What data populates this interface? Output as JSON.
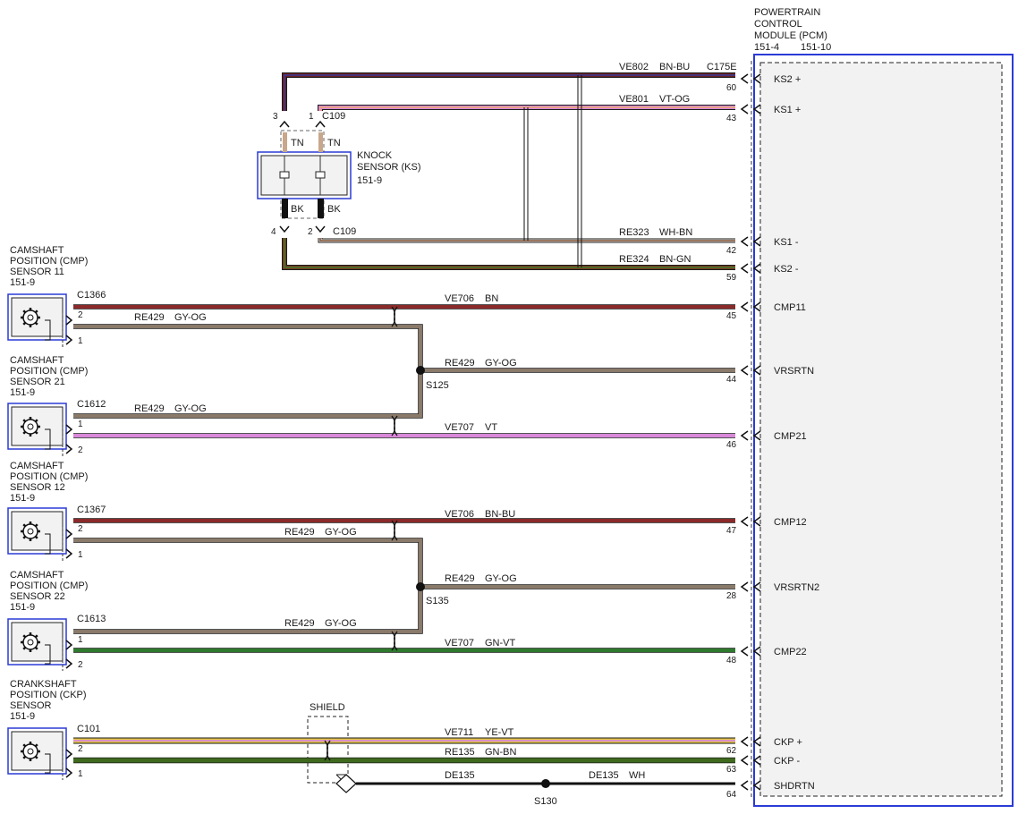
{
  "pcm": {
    "title_lines": [
      "POWERTRAIN",
      "CONTROL",
      "MODULE (PCM)"
    ],
    "refs": [
      "151-4",
      "151-10"
    ],
    "connector": "C175E",
    "pins": [
      {
        "num": "60",
        "name": "KS2 +"
      },
      {
        "num": "43",
        "name": "KS1 +"
      },
      {
        "num": "42",
        "name": "KS1 -"
      },
      {
        "num": "59",
        "name": "KS2 -"
      },
      {
        "num": "45",
        "name": "CMP11"
      },
      {
        "num": "44",
        "name": "VRSRTN"
      },
      {
        "num": "46",
        "name": "CMP21"
      },
      {
        "num": "47",
        "name": "CMP12"
      },
      {
        "num": "28",
        "name": "VRSRTN2"
      },
      {
        "num": "48",
        "name": "CMP22"
      },
      {
        "num": "62",
        "name": "CKP +"
      },
      {
        "num": "63",
        "name": "CKP -"
      },
      {
        "num": "64",
        "name": "SHDRTN"
      }
    ]
  },
  "knock_sensor": {
    "title_lines": [
      "KNOCK",
      "SENSOR (KS)"
    ],
    "ref": "151-9",
    "top_connector": "C109",
    "bottom_connector": "C109",
    "pin_top_left": "3",
    "pin_top_right": "1",
    "pin_bottom_left": "4",
    "pin_bottom_right": "2",
    "lead_top_left": "TN",
    "lead_top_right": "TN",
    "lead_bottom_left": "BK",
    "lead_bottom_right": "BK"
  },
  "sensors": [
    {
      "title_lines": [
        "CAMSHAFT",
        "POSITION (CMP)",
        "SENSOR 11"
      ],
      "ref": "151-9",
      "connector": "C1366",
      "pin_a": "2",
      "pin_b": "1"
    },
    {
      "title_lines": [
        "CAMSHAFT",
        "POSITION (CMP)",
        "SENSOR 21"
      ],
      "ref": "151-9",
      "connector": "C1612",
      "pin_a": "1",
      "pin_b": "2"
    },
    {
      "title_lines": [
        "CAMSHAFT",
        "POSITION (CMP)",
        "SENSOR 12"
      ],
      "ref": "151-9",
      "connector": "C1367",
      "pin_a": "2",
      "pin_b": "1"
    },
    {
      "title_lines": [
        "CAMSHAFT",
        "POSITION (CMP)",
        "SENSOR 22"
      ],
      "ref": "151-9",
      "connector": "C1613",
      "pin_a": "1",
      "pin_b": "2"
    },
    {
      "title_lines": [
        "CRANKSHAFT",
        "POSITION (CKP)",
        "SENSOR"
      ],
      "ref": "151-9",
      "connector": "C101",
      "pin_a": "2",
      "pin_b": "1"
    }
  ],
  "wires": [
    {
      "circuit": "VE802",
      "color_code": "BN-BU",
      "colors": [
        "#6b1f1f",
        "#3a3a9a"
      ]
    },
    {
      "circuit": "VE801",
      "color_code": "VT-OG",
      "colors": [
        "#d987d9",
        "#e7a76a"
      ]
    },
    {
      "circuit": "RE323",
      "color_code": "WH-BN",
      "colors": [
        "#ffffff",
        "#7b4a2a"
      ]
    },
    {
      "circuit": "RE324",
      "color_code": "BN-GN",
      "colors": [
        "#7a3a22",
        "#3f7a2a"
      ]
    },
    {
      "circuit": "VE706",
      "color_code": "BN",
      "colors": [
        "#8b2a2a"
      ]
    },
    {
      "circuit": "RE429",
      "color_code": "GY-OG",
      "colors": [
        "#8a7a6a"
      ]
    },
    {
      "circuit": "RE429",
      "color_code": "GY-OG",
      "colors": [
        "#8a7a6a"
      ]
    },
    {
      "circuit": "RE429",
      "color_code": "GY-OG",
      "colors": [
        "#8a7a6a"
      ]
    },
    {
      "circuit": "VE707",
      "color_code": "VT",
      "colors": [
        "#d987d9"
      ]
    },
    {
      "circuit": "VE706",
      "color_code": "BN-BU",
      "colors": [
        "#8b2a2a"
      ]
    },
    {
      "circuit": "RE429",
      "color_code": "GY-OG",
      "colors": [
        "#8a7a6a"
      ]
    },
    {
      "circuit": "RE429",
      "color_code": "GY-OG",
      "colors": [
        "#8a7a6a"
      ]
    },
    {
      "circuit": "RE429",
      "color_code": "GY-OG",
      "colors": [
        "#8a7a6a"
      ]
    },
    {
      "circuit": "VE707",
      "color_code": "GN-VT",
      "colors": [
        "#2e7a2e"
      ]
    },
    {
      "circuit": "VE711",
      "color_code": "YE-VT",
      "colors": [
        "#e6c845",
        "#d987d9"
      ]
    },
    {
      "circuit": "RE135",
      "color_code": "GN-BN",
      "colors": [
        "#3f6a1e"
      ]
    },
    {
      "circuit": "DE135",
      "color_code": "",
      "colors": [
        "#111111"
      ]
    },
    {
      "circuit": "DE135",
      "color_code": "WH",
      "colors": [
        "#111111"
      ]
    }
  ],
  "splices": [
    "S125",
    "S135",
    "S130"
  ],
  "shield_label": "SHIELD",
  "colors": {
    "module_border": "#2a3bd6",
    "module_fill": "#f2f2f2"
  }
}
